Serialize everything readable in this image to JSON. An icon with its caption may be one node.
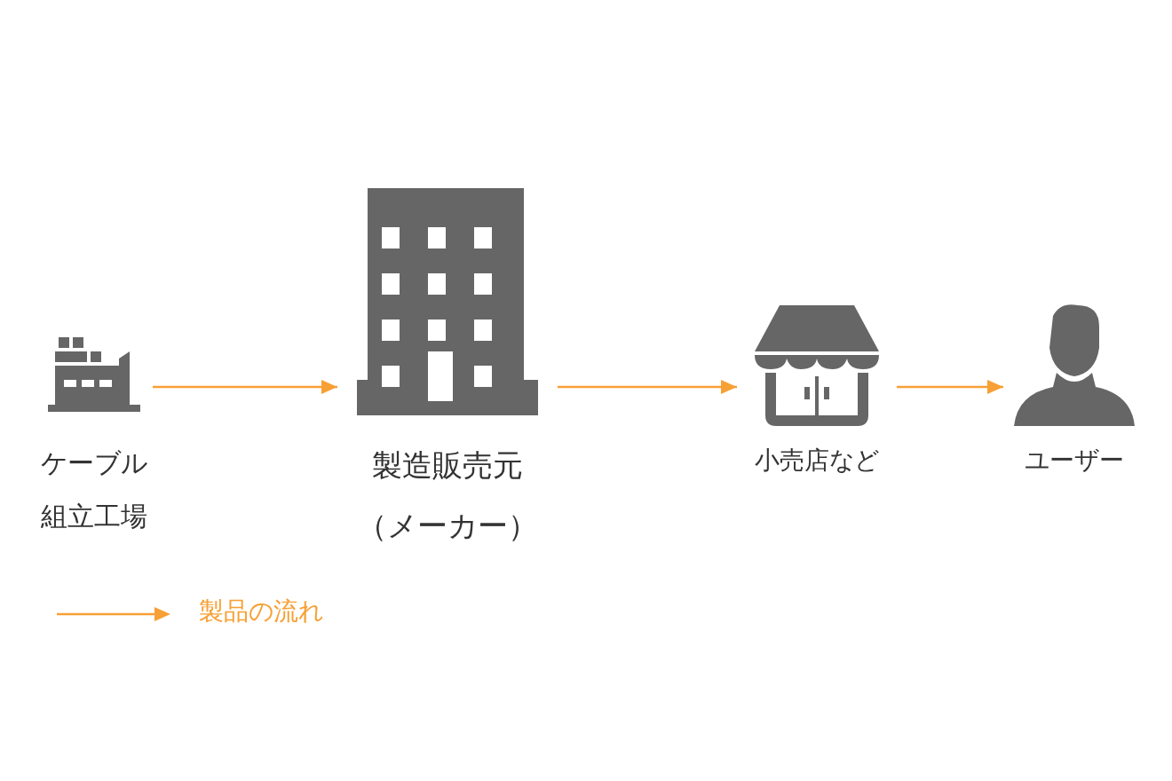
{
  "diagram": {
    "nodes": [
      {
        "text": [
          "ケーブル組立工場"
        ]
      },
      {
        "text": [
          "製造販売元",
          "（メーカー）"
        ]
      },
      {
        "text": [
          "小売店など"
        ]
      },
      {
        "text": [
          "ユーザー"
        ]
      }
    ],
    "edges": [
      {
        "from": 0,
        "to": 1,
        "arrow": "to"
      },
      {
        "from": 1,
        "to": 2,
        "arrow": "to"
      },
      {
        "from": 2,
        "to": 3,
        "arrow": "to"
      }
    ],
    "legend": [
      {
        "text": "製品の流れ"
      }
    ]
  }
}
